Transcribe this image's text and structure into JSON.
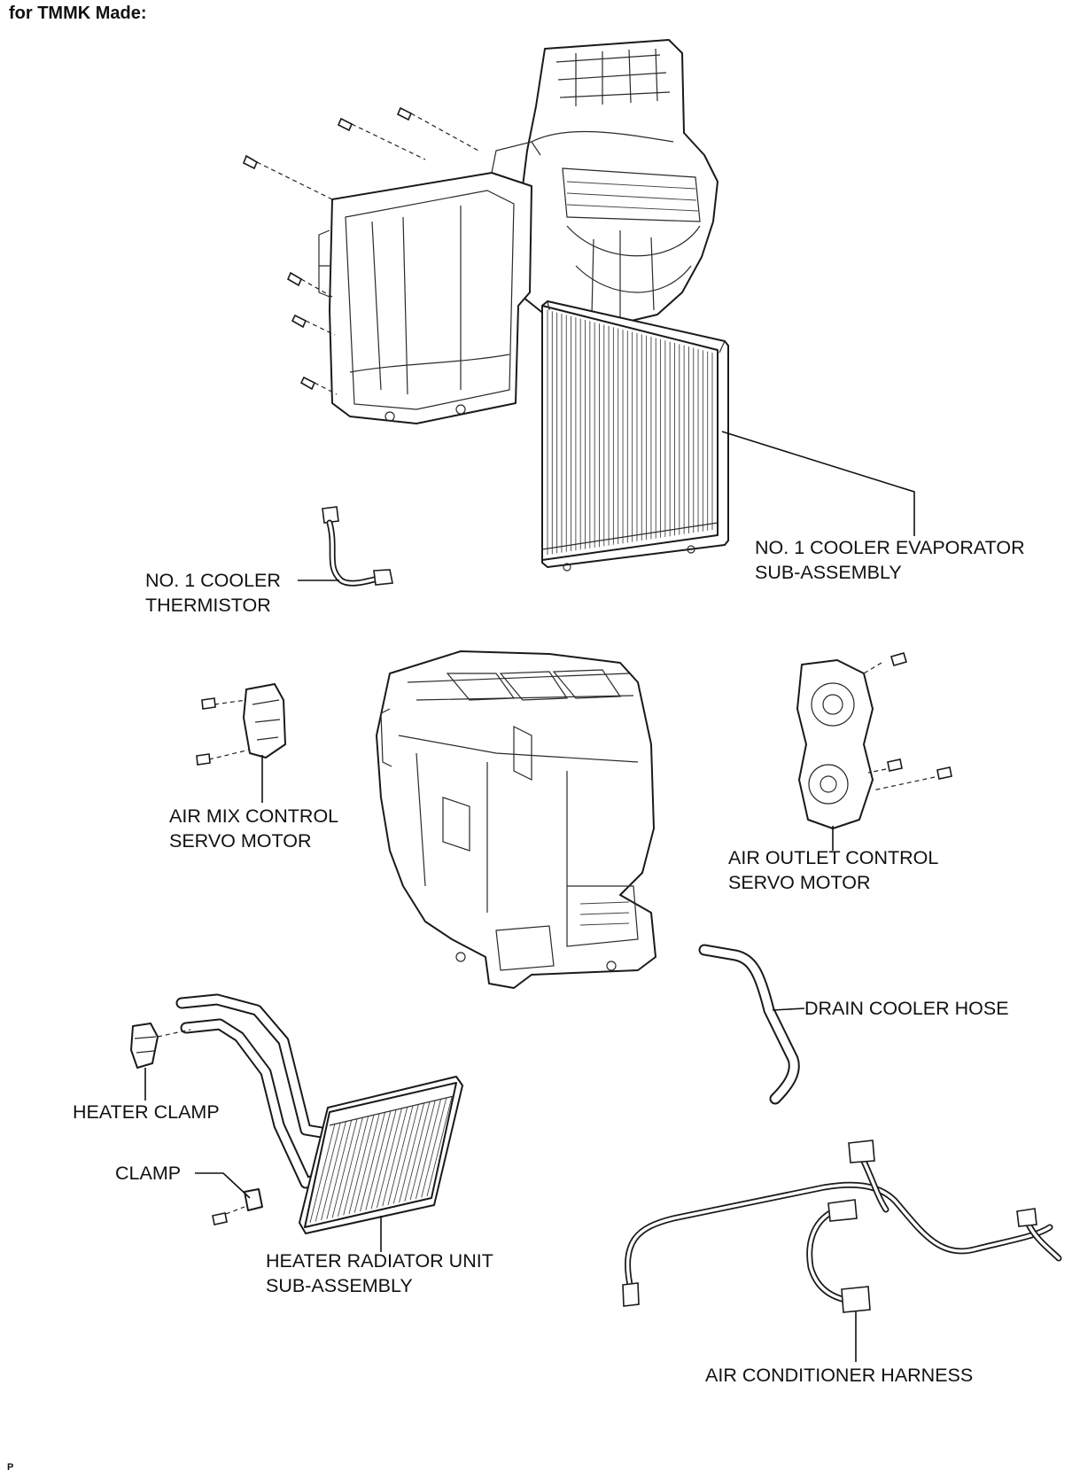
{
  "header": {
    "title": "for TMMK Made:"
  },
  "footer": {
    "code": "P"
  },
  "labels": {
    "evaporator": [
      "NO. 1 COOLER EVAPORATOR",
      "SUB-ASSEMBLY"
    ],
    "thermistor": [
      "NO. 1 COOLER",
      "THERMISTOR"
    ],
    "air_mix": [
      "AIR MIX CONTROL",
      "SERVO MOTOR"
    ],
    "air_outlet": [
      "AIR OUTLET CONTROL",
      "SERVO MOTOR"
    ],
    "drain_hose": "DRAIN COOLER HOSE",
    "heater_clamp": "HEATER CLAMP",
    "clamp": "CLAMP",
    "heater_radiator": [
      "HEATER RADIATOR UNIT",
      "SUB-ASSEMBLY"
    ],
    "harness": "AIR CONDITIONER HARNESS"
  }
}
